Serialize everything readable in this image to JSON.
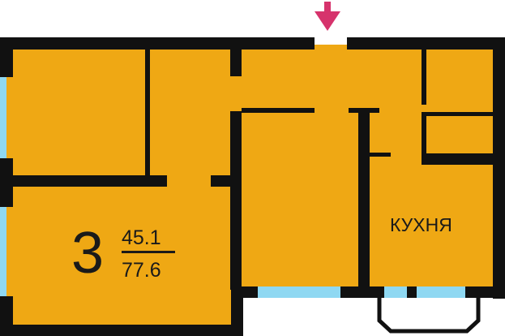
{
  "plan": {
    "rooms_count": "3",
    "living_area": "45.1",
    "total_area": "77.6",
    "kitchen_label": "КУХНЯ"
  },
  "colors": {
    "floor": "#EFA814",
    "wall": "#111111",
    "window": "#8FD8F2",
    "entrance_arrow": "#D6336C"
  },
  "icons": {
    "entrance": "down-arrow-icon"
  }
}
